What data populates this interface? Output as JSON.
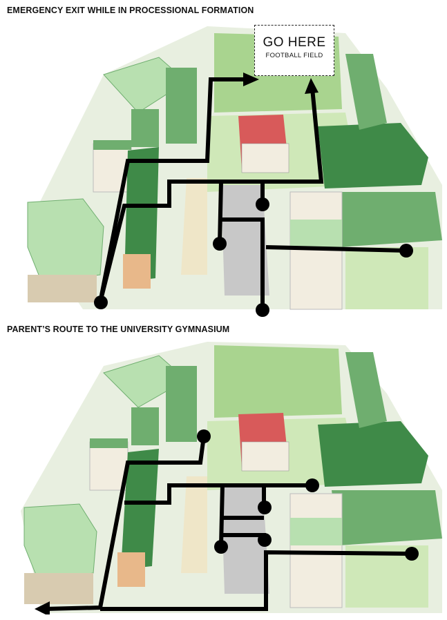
{
  "section1": {
    "title": "EMERGENCY EXIT WHILE IN PROCESSIONAL FORMATION",
    "destination_label": "GO HERE",
    "destination_sublabel": "FOOTBALL FIELD"
  },
  "section2": {
    "title": "PARENT’S ROUTE TO THE UNIVERSITY GYMNASIUM"
  },
  "colors": {
    "route": "#000000",
    "building_green": "#6fae6f",
    "roof_dark_green": "#3f8a48",
    "roof_light_green": "#b8e0b0",
    "field_green": "#a9d48f",
    "grass": "#cfe8b8",
    "gym_roof_red": "#d85a5a",
    "road_beige": "#efe6c8",
    "plaza_gray": "#c8c8c8",
    "building_cream": "#f2ede0"
  }
}
